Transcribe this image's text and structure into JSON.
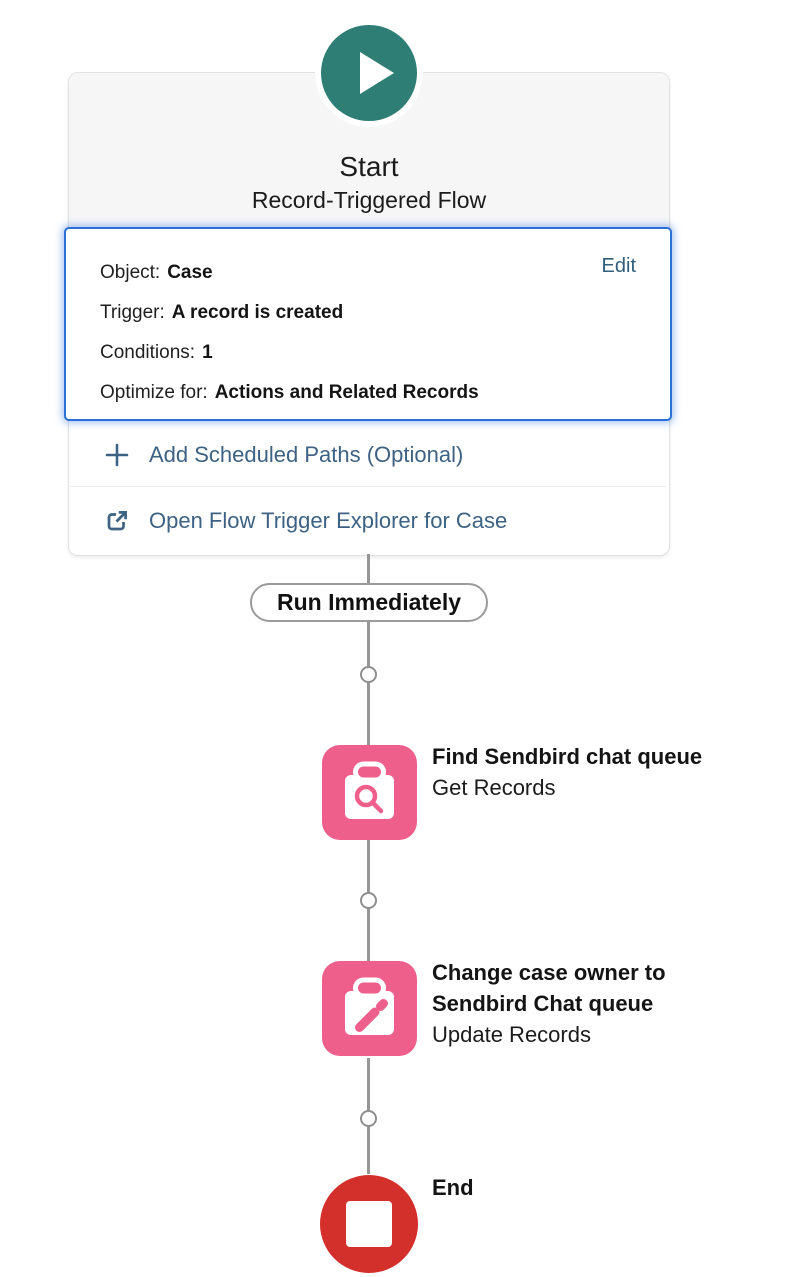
{
  "colors": {
    "start_accent_teal": "#2e7e75",
    "selection_blue": "#2b6fd8",
    "link_slate_blue": "#3d6283",
    "data_element_pink": "#ee5f8b",
    "end_red": "#d3302c",
    "connector_gray": "#969696"
  },
  "start": {
    "title": "Start",
    "subtitle": "Record-Triggered Flow",
    "edit_label": "Edit",
    "details": [
      {
        "label": "Object:",
        "value": "Case"
      },
      {
        "label": "Trigger:",
        "value": "A record is created"
      },
      {
        "label": "Conditions:",
        "value": "1"
      },
      {
        "label": "Optimize for:",
        "value": "Actions and Related Records"
      }
    ],
    "actions": {
      "add_scheduled_paths": "Add Scheduled Paths (Optional)",
      "open_flow_trigger_explorer": "Open Flow Trigger Explorer for Case"
    },
    "icons": {
      "play": "play-icon",
      "plus": "plus-icon",
      "external": "external-link-icon"
    }
  },
  "connector_label": "Run Immediately",
  "elements": [
    {
      "title": "Find Sendbird chat queue",
      "type": "Get Records",
      "icon": "record-lookup-icon"
    },
    {
      "title": "Change case owner to Sendbird Chat queue",
      "type": "Update Records",
      "icon": "record-update-icon"
    }
  ],
  "end": {
    "label": "End",
    "icon": "stop-square-icon"
  }
}
